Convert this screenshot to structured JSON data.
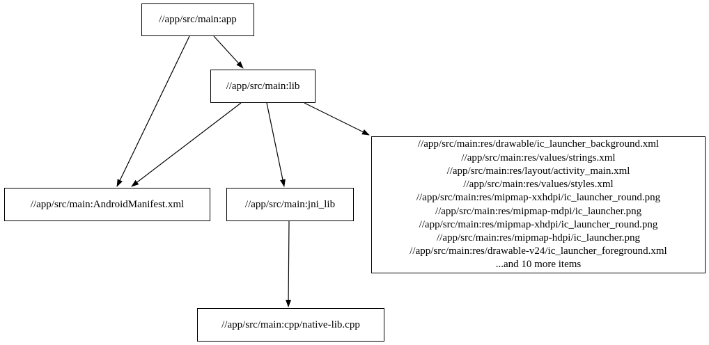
{
  "graph": {
    "background_color": "#ffffff",
    "node_border_color": "#000000",
    "edge_color": "#000000",
    "text_color": "#000000",
    "nodes": {
      "app": {
        "label": "//app/src/main:app"
      },
      "lib": {
        "label": "//app/src/main:lib"
      },
      "manifest": {
        "label": "//app/src/main:AndroidManifest.xml"
      },
      "jni_lib": {
        "label": "//app/src/main:jni_lib"
      },
      "res_files": {
        "lines": [
          "//app/src/main:res/drawable/ic_launcher_background.xml",
          "//app/src/main:res/values/strings.xml",
          "//app/src/main:res/layout/activity_main.xml",
          "//app/src/main:res/values/styles.xml",
          "//app/src/main:res/mipmap-xxhdpi/ic_launcher_round.png",
          "//app/src/main:res/mipmap-mdpi/ic_launcher.png",
          "//app/src/main:res/mipmap-xhdpi/ic_launcher_round.png",
          "//app/src/main:res/mipmap-hdpi/ic_launcher.png",
          "//app/src/main:res/drawable-v24/ic_launcher_foreground.xml",
          "...and 10 more items"
        ]
      },
      "native_lib": {
        "label": "//app/src/main:cpp/native-lib.cpp"
      }
    },
    "edges": [
      {
        "from": "app",
        "to": "manifest"
      },
      {
        "from": "app",
        "to": "lib"
      },
      {
        "from": "lib",
        "to": "manifest"
      },
      {
        "from": "lib",
        "to": "jni_lib"
      },
      {
        "from": "lib",
        "to": "res_files"
      },
      {
        "from": "jni_lib",
        "to": "native_lib"
      }
    ]
  }
}
